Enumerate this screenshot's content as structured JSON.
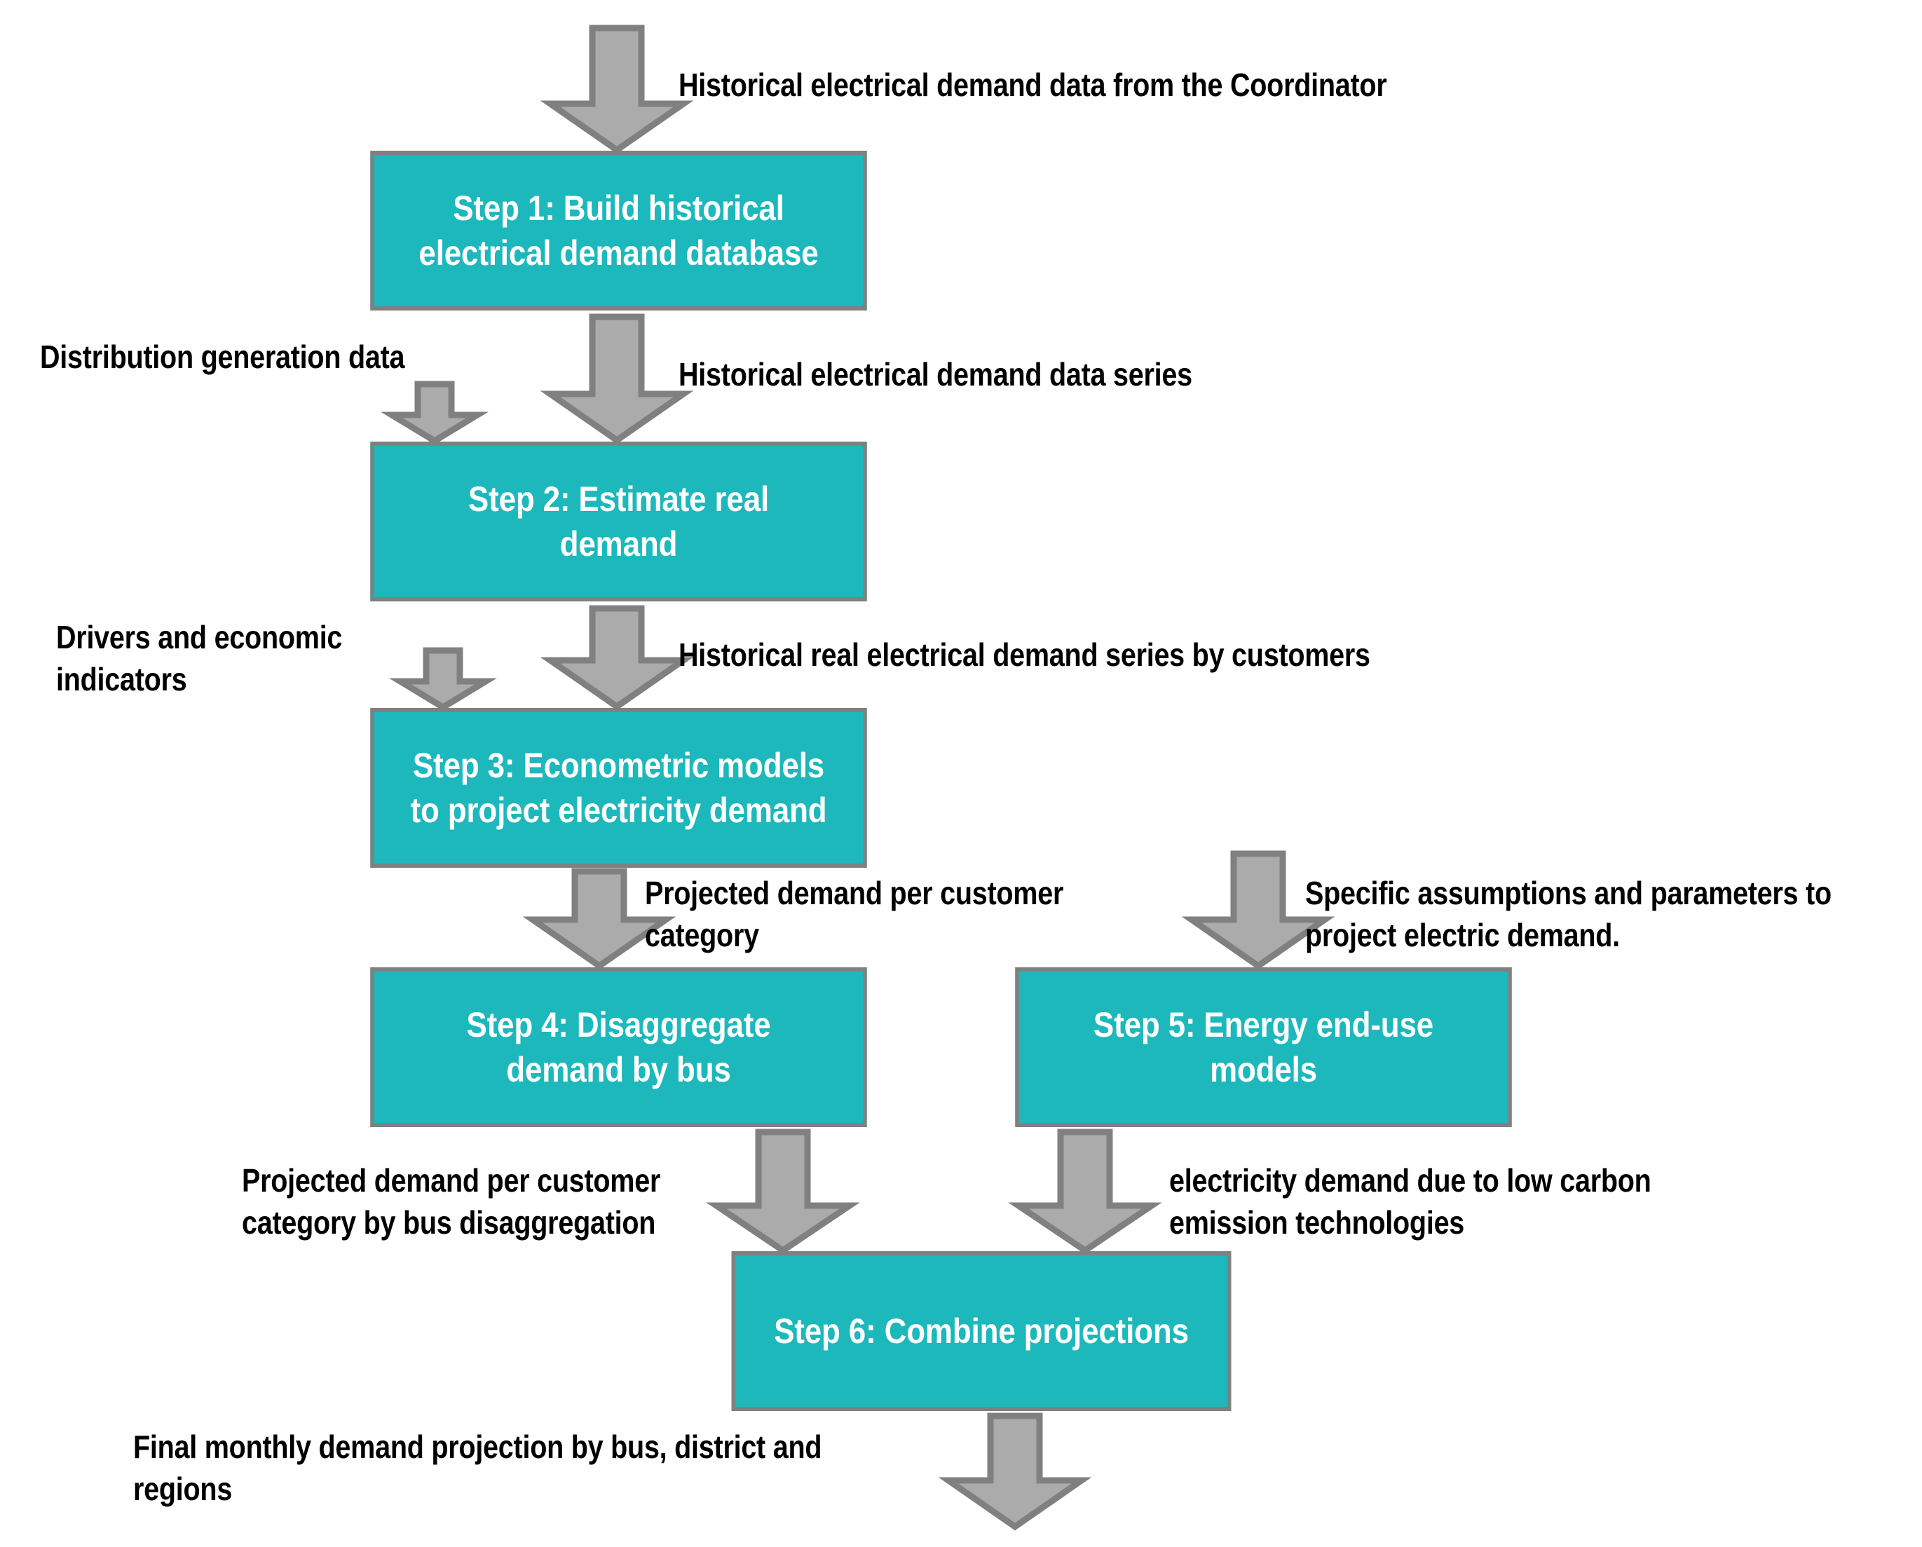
{
  "diagram": {
    "title": "Electricity demand projection methodology flowchart",
    "colors": {
      "box_fill": "#1CB8BC",
      "box_border": "#808080",
      "box_text": "#FFFFFF",
      "arrow_fill": "#ABABAB",
      "arrow_border": "#808080",
      "label_text": "#000000",
      "background": "#FFFFFF"
    }
  },
  "steps": [
    {
      "id": "step-1",
      "label": "Step 1: Build historical\nelectrical demand database"
    },
    {
      "id": "step-2",
      "label": "Step 2: Estimate real\ndemand"
    },
    {
      "id": "step-3",
      "label": "Step 3: Econometric models\nto project electricity demand"
    },
    {
      "id": "step-4",
      "label": "Step 4: Disaggregate\ndemand by bus"
    },
    {
      "id": "step-5",
      "label": "Step 5: Energy end-use\nmodels"
    },
    {
      "id": "step-6",
      "label": "Step 6: Combine projections"
    }
  ],
  "labels": {
    "input_historical": "Historical electrical demand data from the Coordinator",
    "distribution_generation": "Distribution generation data",
    "historical_series": "Historical electrical demand data series",
    "drivers_indicators": "Drivers and economic\nindicators",
    "real_series_by_customers": "Historical real electrical demand series by customers",
    "projected_per_category": "Projected demand per customer\ncategory",
    "specific_assumptions": "Specific assumptions and parameters to\nproject electric demand.",
    "projected_by_bus": "Projected demand per customer\ncategory by bus disaggregation",
    "low_carbon_demand": "electricity demand due to low carbon\nemission technologies",
    "final_projection": "Final monthly demand projection by bus, district and\nregions"
  },
  "arrows": [
    {
      "id": "arrow-input-to-step1",
      "from": "external-input",
      "to": "step-1"
    },
    {
      "id": "arrow-dg-to-step2",
      "from": "distribution-generation-data",
      "to": "step-2"
    },
    {
      "id": "arrow-step1-to-step2",
      "from": "step-1",
      "to": "step-2"
    },
    {
      "id": "arrow-drivers-to-step3",
      "from": "drivers-and-economic-indicators",
      "to": "step-3"
    },
    {
      "id": "arrow-step2-to-step3",
      "from": "step-2",
      "to": "step-3"
    },
    {
      "id": "arrow-step3-to-step4",
      "from": "step-3",
      "to": "step-4"
    },
    {
      "id": "arrow-assumptions-to-step5",
      "from": "specific-assumptions",
      "to": "step-5"
    },
    {
      "id": "arrow-step4-to-step6",
      "from": "step-4",
      "to": "step-6"
    },
    {
      "id": "arrow-step5-to-step6",
      "from": "step-5",
      "to": "step-6"
    },
    {
      "id": "arrow-step6-output",
      "from": "step-6",
      "to": "final-output"
    }
  ]
}
